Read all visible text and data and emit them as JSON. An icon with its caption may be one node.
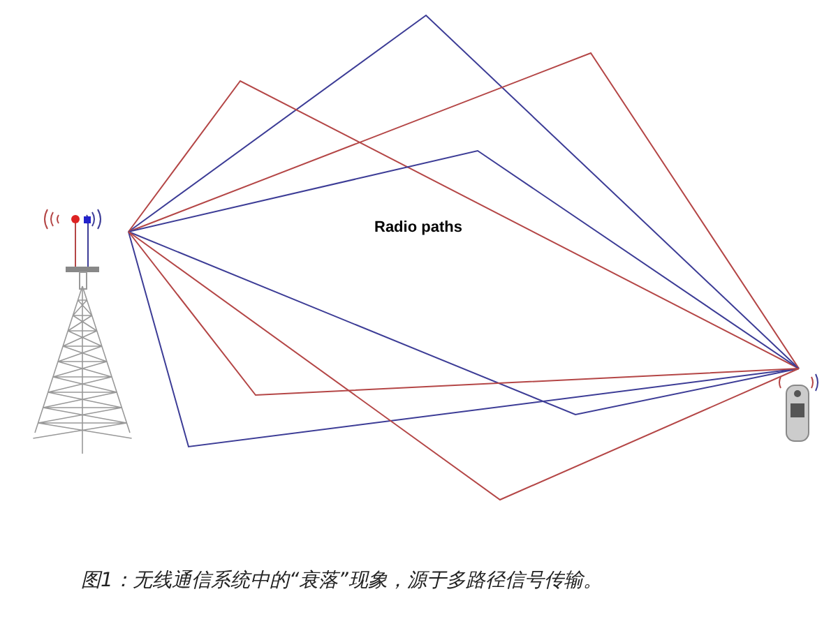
{
  "diagram": {
    "caption": "图1：无线通信系统中的“衰落”现象，源于多路径信号传输。",
    "nodes": [
      {
        "text": [],
        "shape": "picture"
      },
      {
        "text": [],
        "shape": "picture"
      }
    ],
    "edges": [
      {
        "from": 0,
        "to": 1,
        "arrow": "none",
        "color": "#3c3c96"
      },
      {
        "from": 0,
        "to": 1,
        "arrow": "none",
        "color": "#b44646"
      },
      {
        "from": 0,
        "to": 1,
        "arrow": "none",
        "color": "#b44646"
      },
      {
        "from": 0,
        "to": 1,
        "arrow": "none",
        "color": "#3c3c96"
      },
      {
        "from": 0,
        "to": 1,
        "arrow": "none",
        "color": "#3c3c96"
      },
      {
        "from": 0,
        "to": 1,
        "arrow": "none",
        "color": "#3c3c96"
      },
      {
        "from": 0,
        "to": 1,
        "arrow": "none",
        "color": "#b44646"
      },
      {
        "from": 0,
        "to": 1,
        "arrow": "none",
        "color": "#b44646"
      }
    ],
    "labels": [
      "Radio paths"
    ]
  }
}
